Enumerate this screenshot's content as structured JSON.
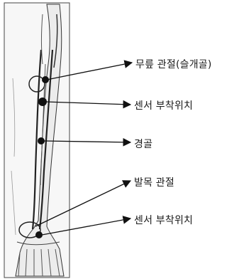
{
  "labels": [
    {
      "text": "무릎 관절(슬개골)",
      "kind": "joint"
    },
    {
      "text": "센서 부착위치",
      "kind": "sensor"
    },
    {
      "text": "경골",
      "kind": "bone"
    },
    {
      "text": "발목 관절",
      "kind": "joint"
    },
    {
      "text": "센서 부착위치",
      "kind": "sensor"
    }
  ],
  "colors": {
    "ink": "#1a1a1a",
    "bone_fill": "#efefef",
    "marker": "#111111"
  }
}
